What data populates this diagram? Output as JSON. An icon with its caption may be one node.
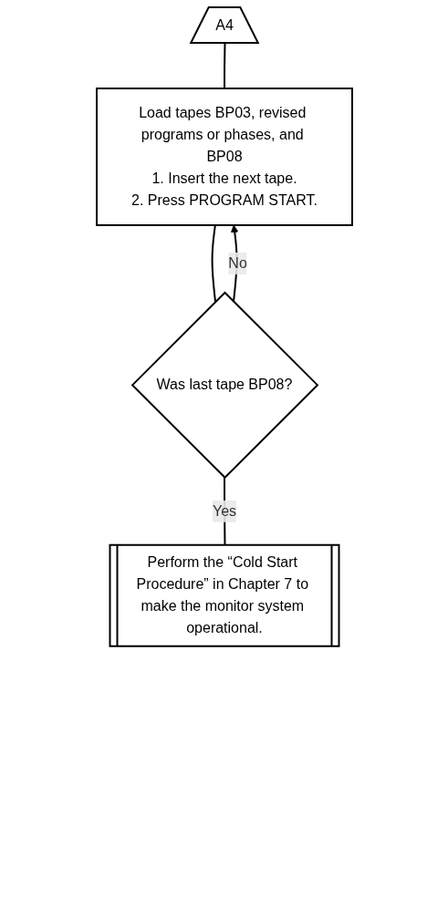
{
  "diagram": {
    "nodes": [
      {
        "text": [
          "A4"
        ]
      },
      {
        "text": [
          "Load tapes BP03, revised programs or phases, and BP08",
          "1. Insert the next tape.",
          "2. Press PROGRAM START."
        ]
      },
      {
        "text": [
          "Was last tape BP08?"
        ]
      },
      {
        "text": [
          "Perform the “Cold Start Procedure” in Chapter 7 to make the monitor system operational."
        ]
      }
    ],
    "edges": [
      {
        "from": 0,
        "to": 1,
        "arrow": "none"
      },
      {
        "from": 1,
        "to": 2,
        "arrow": "none"
      },
      {
        "from": 2,
        "to": 1,
        "arrow": "to",
        "label": "No"
      },
      {
        "from": 2,
        "to": 3,
        "arrow": "none",
        "label": "Yes"
      }
    ]
  }
}
